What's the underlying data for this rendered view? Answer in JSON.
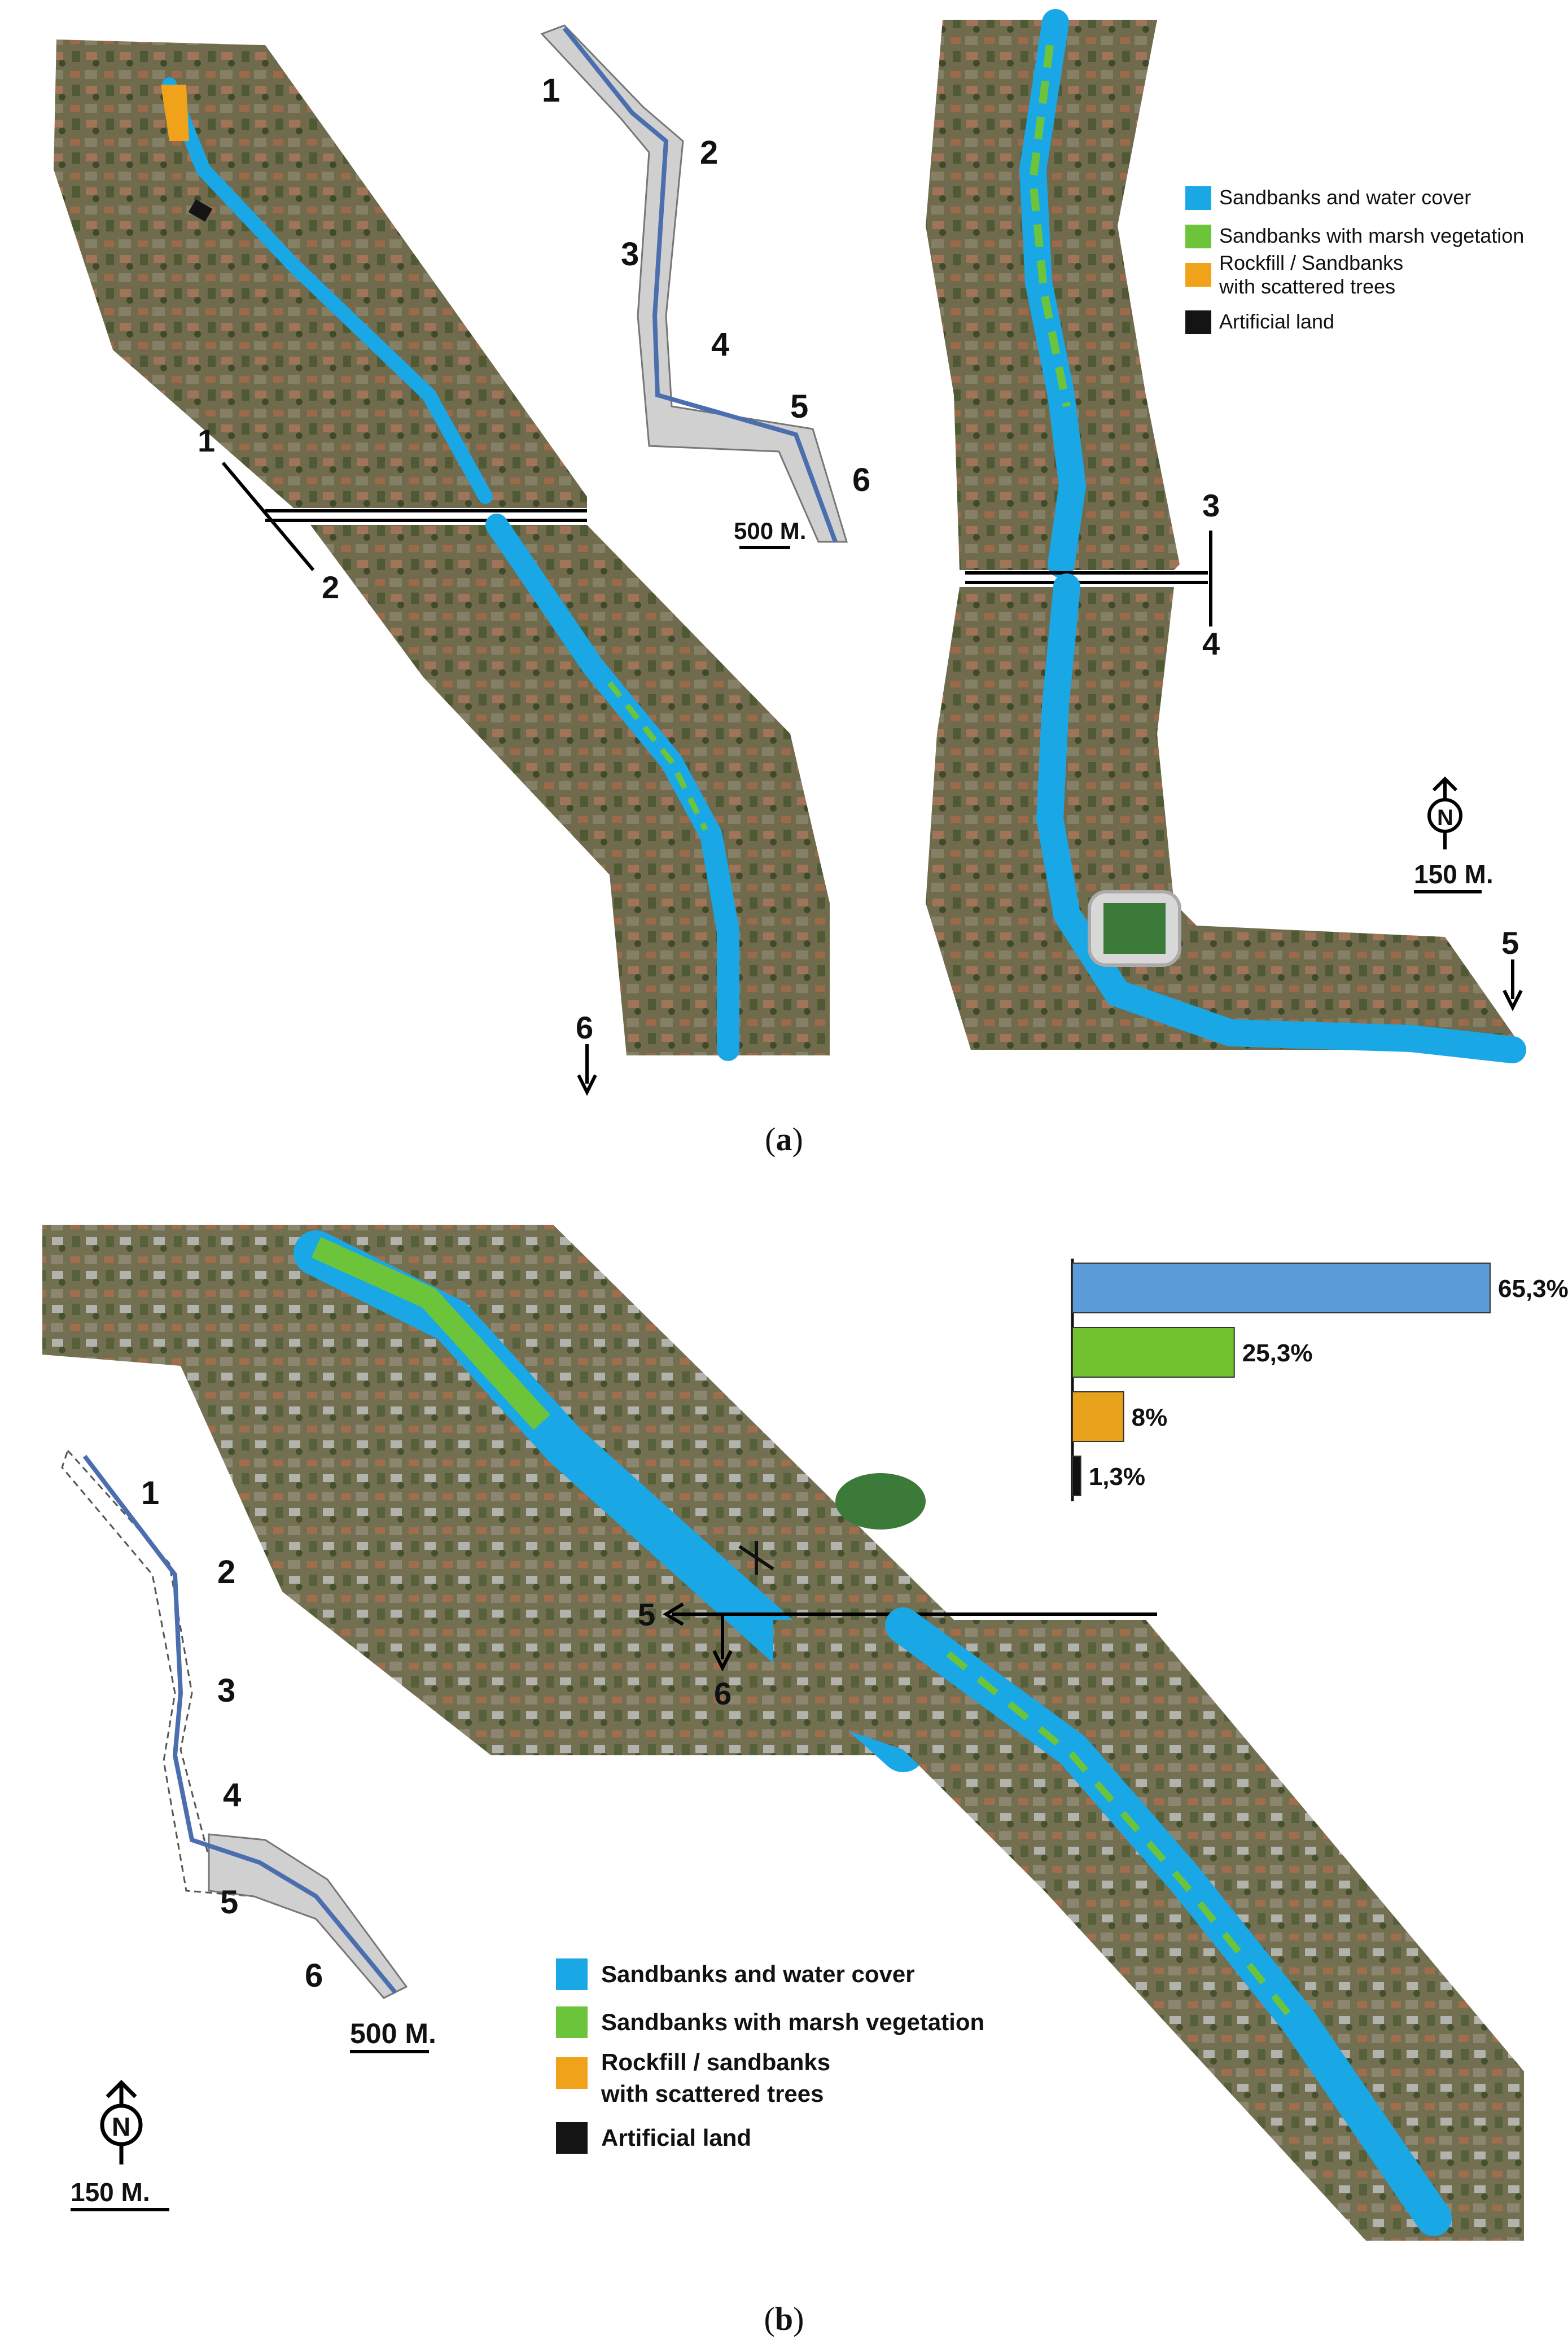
{
  "legend_colors": {
    "water": "#1aa7e6",
    "marsh": "#6cc43a",
    "rockfill": "#f0a21a",
    "artificial": "#141414",
    "bar_water": "#5b9bd8",
    "bar_marsh": "#72c12f",
    "bar_rock": "#e9a21c",
    "bar_artificial": "#111111",
    "aerial_base": "#6b6a4a"
  },
  "panel_a": {
    "caption_open": "(",
    "caption_letter": "a",
    "caption_close": ")",
    "legend": [
      {
        "color_key": "water",
        "line1": "Sandbanks  and water cover",
        "line2": ""
      },
      {
        "color_key": "marsh",
        "line1": "Sandbanks with marsh vegetation",
        "line2": ""
      },
      {
        "color_key": "rockfill",
        "line1": "Rockfill / Sandbanks",
        "line2": "with scattered trees"
      },
      {
        "color_key": "artificial",
        "line1": "Artificial land",
        "line2": ""
      }
    ],
    "inset_labels": [
      "1",
      "2",
      "3",
      "4",
      "5",
      "6"
    ],
    "inset_scale": "500 M.",
    "map_scale": "150 M.",
    "north": "N",
    "section_labels": {
      "l1": "1",
      "l2": "2",
      "l3": "3",
      "l4": "4",
      "l5": "5",
      "l6": "6"
    }
  },
  "panel_b": {
    "caption_open": "(",
    "caption_letter": "b",
    "caption_close": ")",
    "legend": [
      {
        "color_key": "water",
        "line1": "Sandbanks and water cover",
        "line2": ""
      },
      {
        "color_key": "marsh",
        "line1": "Sandbanks with marsh vegetation",
        "line2": ""
      },
      {
        "color_key": "rockfill",
        "line1": "Rockfill / sandbanks",
        "line2": "with scattered trees"
      },
      {
        "color_key": "artificial",
        "line1": "Artificial land",
        "line2": ""
      }
    ],
    "inset_labels": [
      "1",
      "2",
      "3",
      "4",
      "5",
      "6"
    ],
    "inset_scale": "500 M.",
    "map_scale": "150 M.",
    "north": "N",
    "section_labels": {
      "l5": "5",
      "l6": "6"
    }
  },
  "chart_data": {
    "type": "bar",
    "orientation": "horizontal",
    "categories": [
      "Sandbanks and water cover",
      "Sandbanks with marsh vegetation",
      "Rockfill / sandbanks with scattered trees",
      "Artificial land"
    ],
    "values": [
      65.3,
      25.3,
      8,
      1.3
    ],
    "value_labels": [
      "65,3%",
      "25,3%",
      "8%",
      "1,3%"
    ],
    "unit": "%"
  }
}
